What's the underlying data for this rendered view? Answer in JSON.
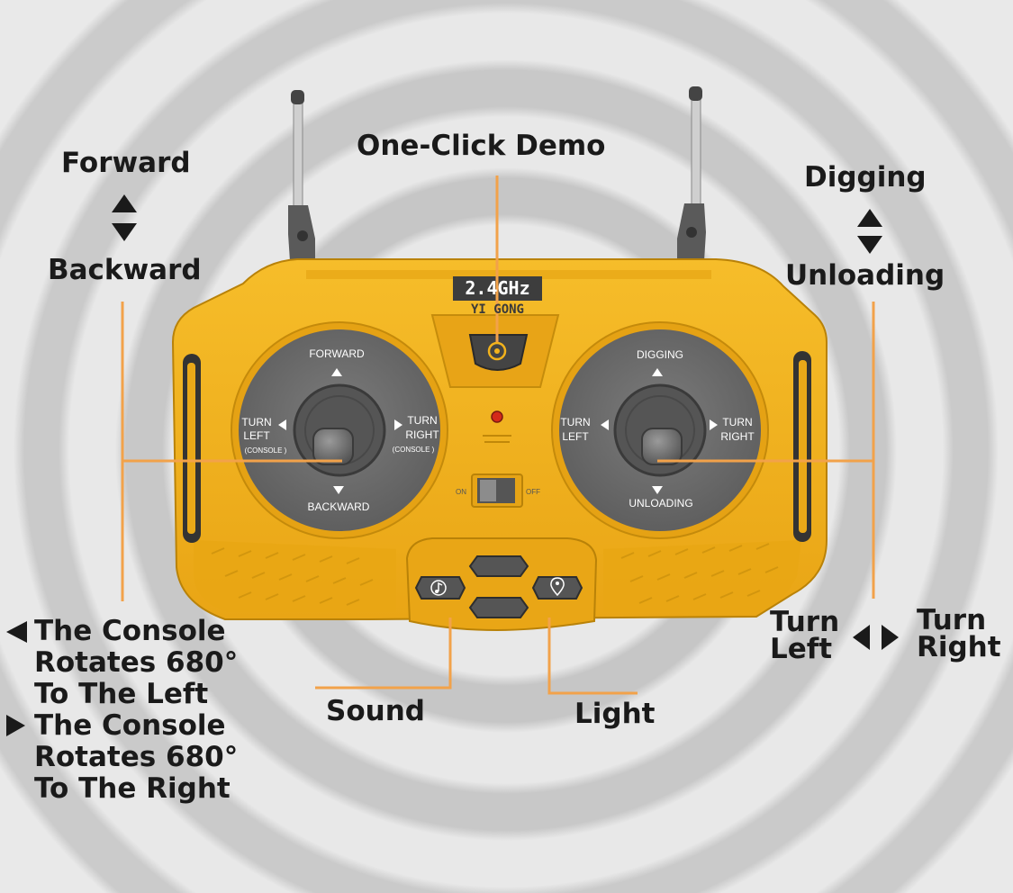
{
  "callouts": {
    "forward": "Forward",
    "backward": "Backward",
    "one_click_demo": "One-Click Demo",
    "digging": "Digging",
    "unloading": "Unloading",
    "turn_left_1": "Turn",
    "turn_left_2": "Left",
    "turn_right_1": "Turn",
    "turn_right_2": "Right",
    "sound": "Sound",
    "light": "Light",
    "console_left": [
      "The Console",
      "Rotates 680°",
      "To The Left"
    ],
    "console_right": [
      "The Console",
      "Rotates 680°",
      "To The Right"
    ]
  },
  "remote": {
    "frequency": "2.4GHz",
    "brand": "YI GONG",
    "switch_on": "ON",
    "switch_off": "OFF",
    "left_dial": {
      "top": "FORWARD",
      "bottom": "BACKWARD",
      "left_1": "TURN",
      "left_2": "LEFT",
      "left_3": "(CONSOLE )",
      "right_1": "TURN",
      "right_2": "RIGHT",
      "right_3": "(CONSOLE )"
    },
    "right_dial": {
      "top": "DIGGING",
      "bottom": "UNLOADING",
      "left_1": "TURN",
      "left_2": "LEFT",
      "right_1": "TURN",
      "right_2": "RIGHT"
    }
  },
  "icons": [
    "antenna",
    "gear-icon",
    "music-note-icon",
    "location-pin-icon",
    "up-down-arrow-icon",
    "left-right-arrow-icon",
    "led-indicator"
  ],
  "colors": {
    "body": "#f2b21c",
    "body_dark": "#d08f0a",
    "dial": "#6e6e6e",
    "callout_line": "#f2a24a",
    "text": "#1a1a1a",
    "led": "#d42a1a"
  }
}
